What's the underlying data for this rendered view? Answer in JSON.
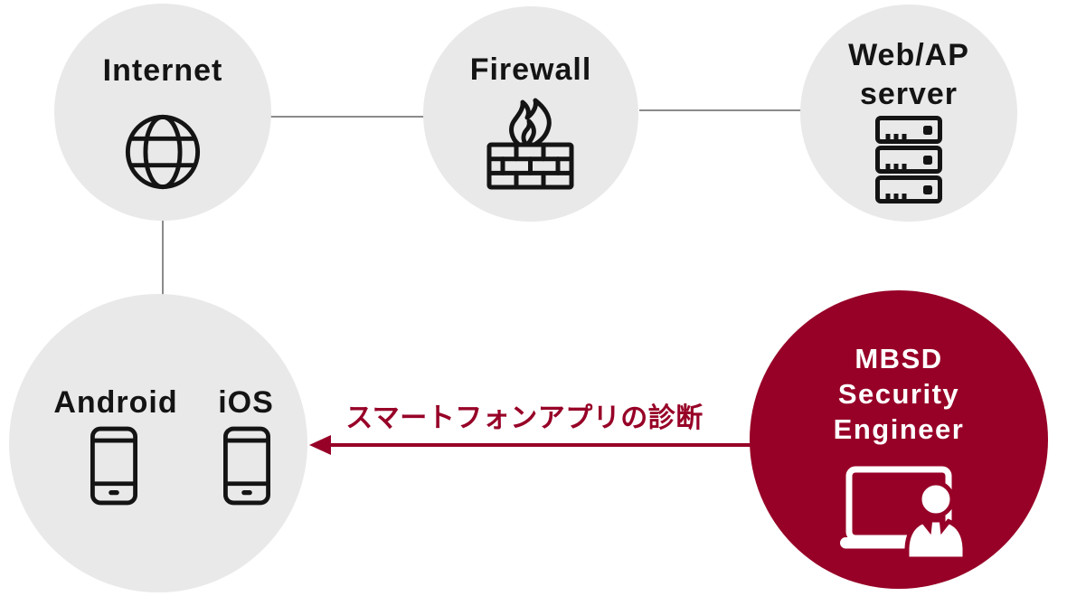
{
  "colors": {
    "background": "#ffffff",
    "node_fill": "#e9e9e9",
    "accent_red": "#970127",
    "icon_black": "#141414",
    "connector_gray": "#8b8b8b",
    "text_on_red": "#ffffff"
  },
  "nodes": {
    "internet": {
      "label": "Internet",
      "icon": "globe-icon"
    },
    "firewall": {
      "label": "Firewall",
      "icon": "firewall-brick-flame-icon"
    },
    "webap": {
      "label_line1": "Web/AP",
      "label_line2": "server",
      "icon": "server-rack-icon"
    },
    "mobile": {
      "label_android": "Android",
      "label_ios": "iOS",
      "icon": "smartphone-icon"
    },
    "engineer": {
      "label_line1": "MBSD",
      "label_line2": "Security",
      "label_line3": "Engineer",
      "icon": "engineer-laptop-icon"
    }
  },
  "arrow": {
    "label": "スマートフォンアプリの診断",
    "direction": "left"
  }
}
